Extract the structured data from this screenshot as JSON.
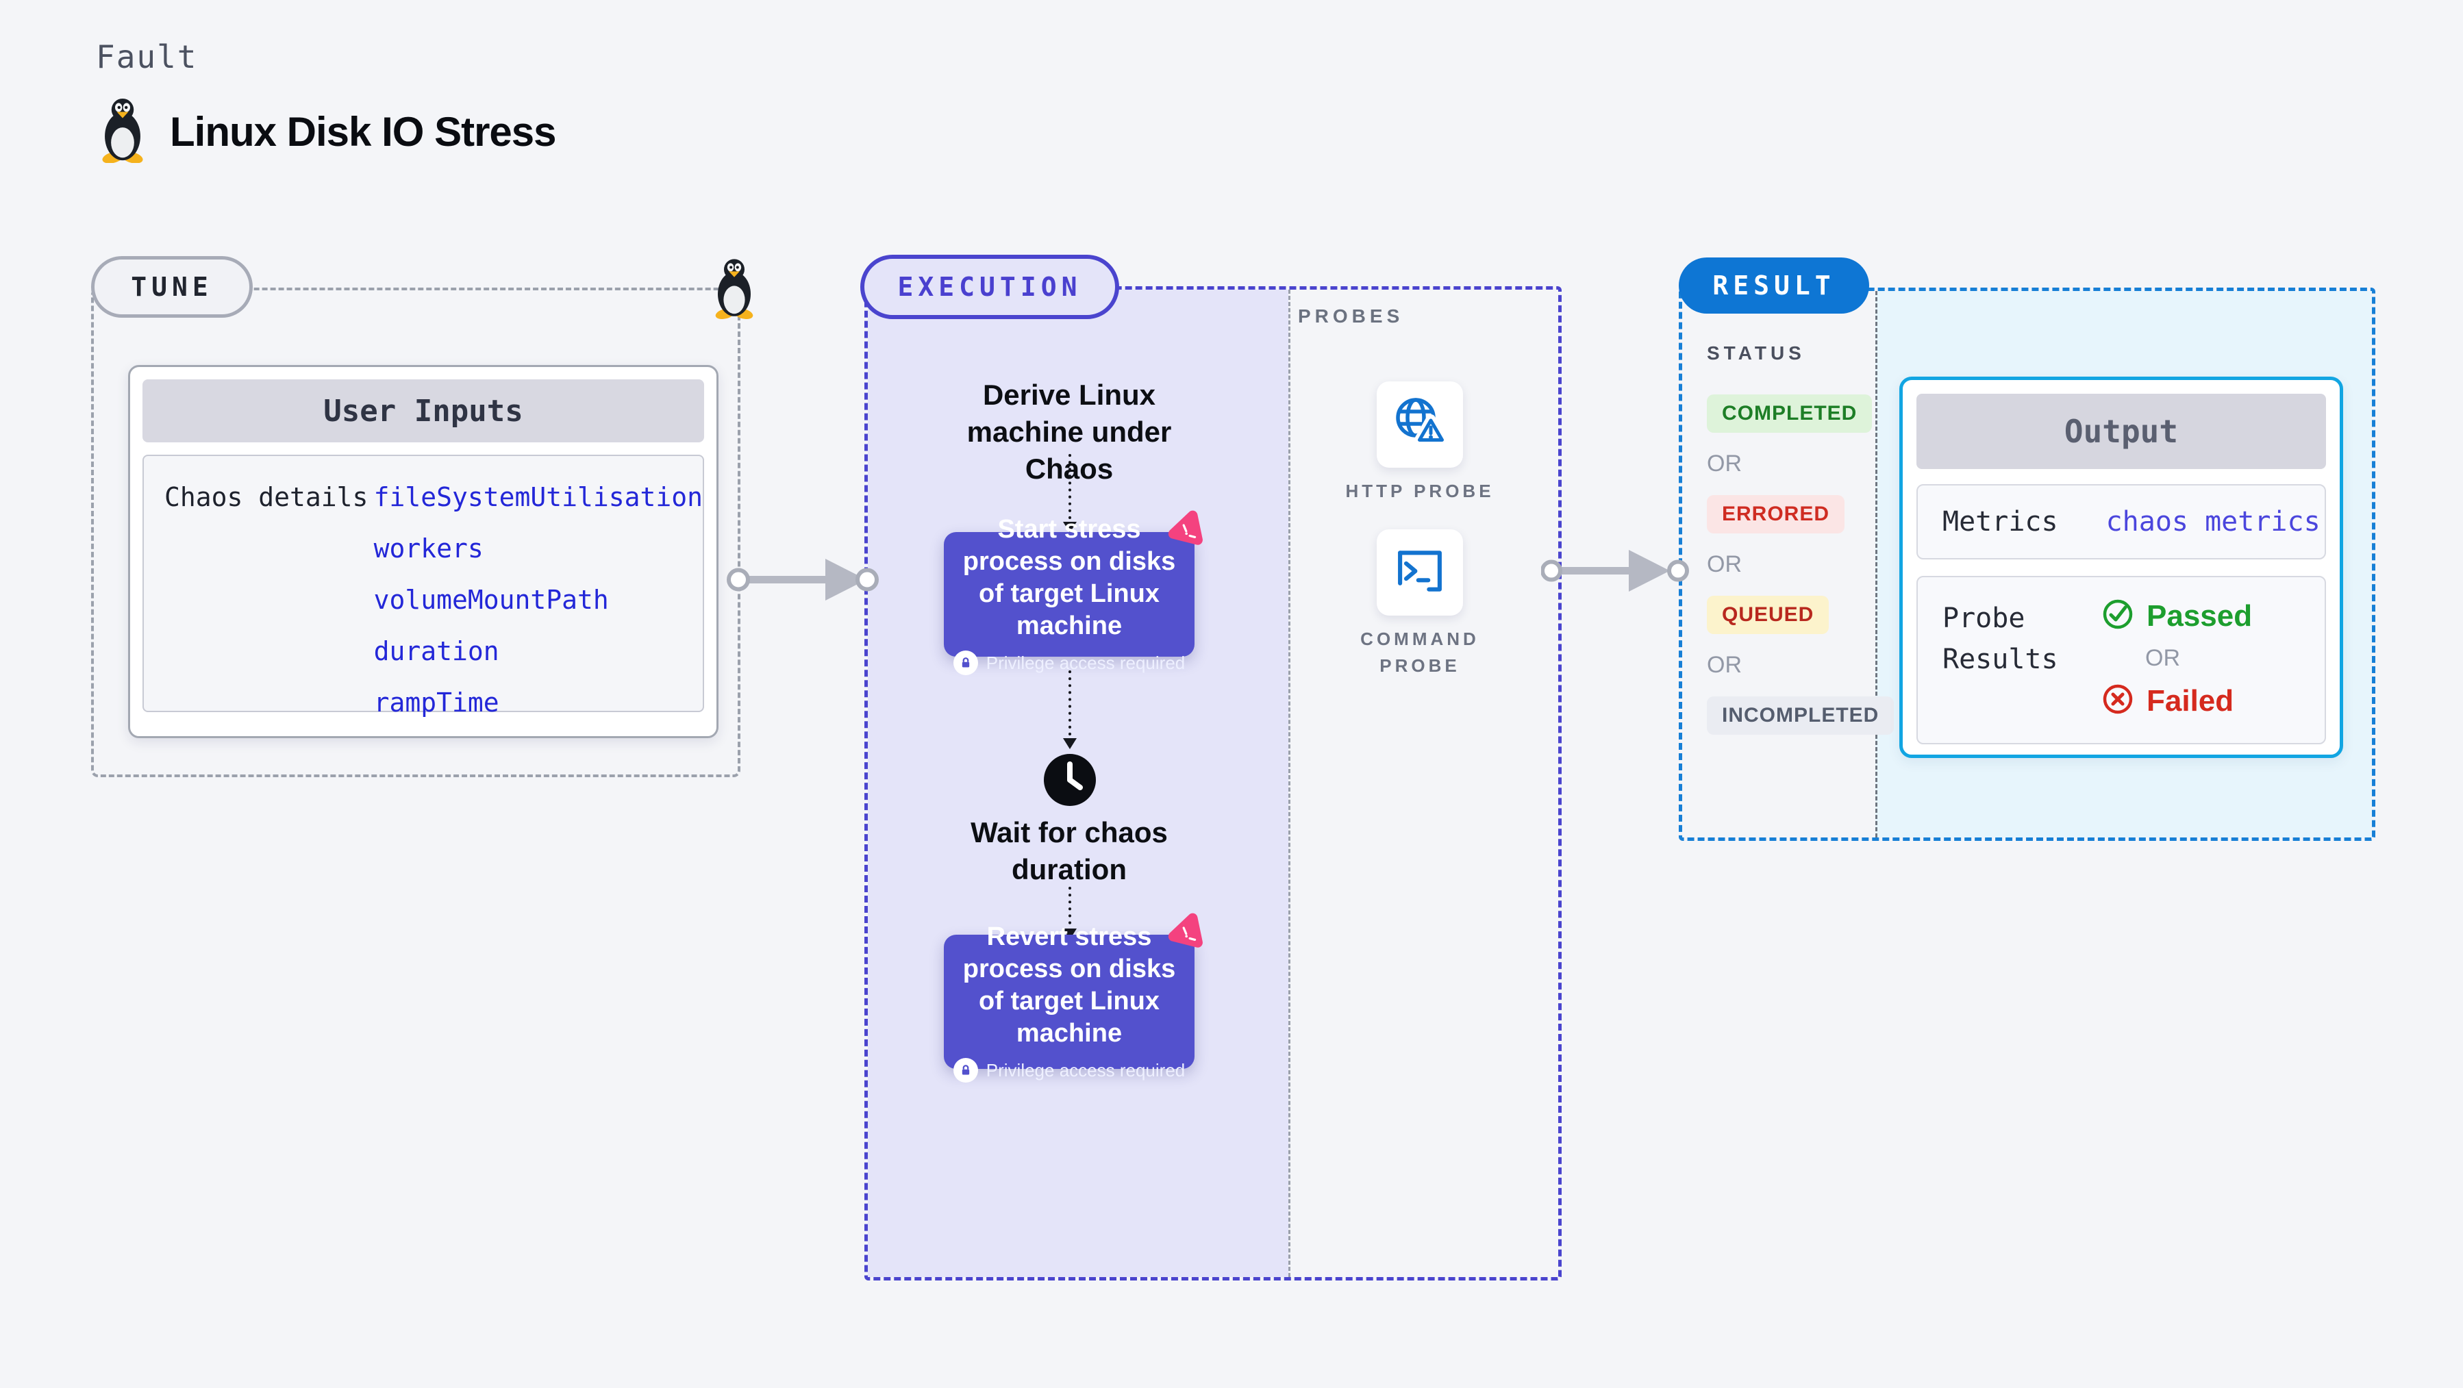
{
  "header": {
    "fault_label": "Fault",
    "title": "Linux Disk IO Stress"
  },
  "shared": {
    "or_label": "OR"
  },
  "tune": {
    "pill_label": "TUNE",
    "card_title": "User Inputs",
    "row_label": "Chaos details",
    "inputs": [
      "fileSystemUtilisation",
      "workers",
      "volumeMountPath",
      "duration",
      "rampTime"
    ]
  },
  "execution": {
    "pill_label": "EXECUTION",
    "derive_step": "Derive Linux machine under Chaos",
    "start_action": "Start stress process on disks of target Linux machine",
    "privilege_note": "Privilege access required",
    "wait_step": "Wait for chaos duration",
    "revert_action": "Revert stress process on disks of target Linux machine"
  },
  "probes": {
    "section_label": "PROBES",
    "items": [
      {
        "label": "HTTP PROBE",
        "icon": "globe-warning-icon"
      },
      {
        "label": "COMMAND PROBE",
        "icon": "terminal-icon"
      }
    ]
  },
  "result": {
    "pill_label": "RESULT",
    "status_heading": "STATUS",
    "statuses": [
      {
        "label": "COMPLETED",
        "fg": "#1d7e26",
        "bg": "#def3da"
      },
      {
        "label": "ERRORED",
        "fg": "#cf2c22",
        "bg": "#fbe5e5"
      },
      {
        "label": "QUEUED",
        "fg": "#b8281e",
        "bg": "#fcf3cc"
      },
      {
        "label": "INCOMPLETED",
        "fg": "#555d6e",
        "bg": "#eaecf2"
      }
    ],
    "output_title": "Output",
    "metrics_label": "Metrics",
    "metrics_value": "chaos metrics",
    "probe_results_label": "Probe Results",
    "passed_label": "Passed",
    "failed_label": "Failed"
  },
  "colors": {
    "page_bg": "#f4f5f8",
    "execution_bg": "#e4e4f9",
    "execution_accent": "#4a44ce",
    "action_node_bg": "#5351cd",
    "tune_border": "#9ba1ac",
    "result_dash": "#177fd6",
    "result_pill_bg": "#0e76d4",
    "result_area_bg": "#e7f5fc",
    "output_border": "#12a5e2",
    "input_value_text": "#2327d8",
    "metrics_value_text": "#4b46dd",
    "passed_green": "#1d9e2e",
    "failed_red": "#d52a1e",
    "probe_icon_blue": "#1373cf",
    "litmus_pink": "#f4427f",
    "connector_gray": "#b5b8c3"
  }
}
